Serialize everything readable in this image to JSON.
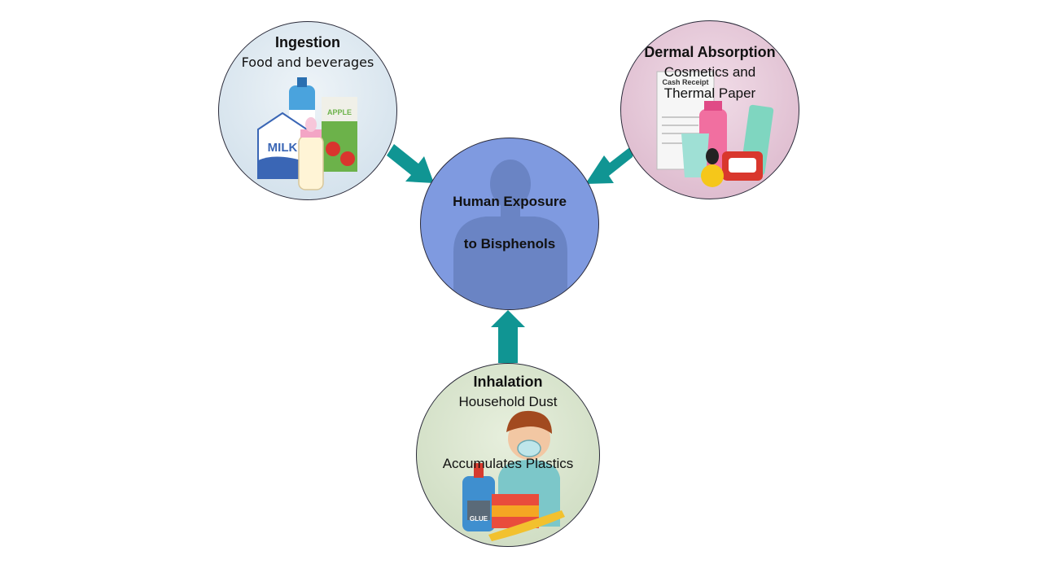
{
  "center": {
    "line1": "Human Exposure",
    "line2": "to Bisphenols"
  },
  "ingestion": {
    "title": "Ingestion",
    "subtitle": "Food and beverages",
    "milk_text": "MILK",
    "apple_text": "APPLE"
  },
  "dermal": {
    "title": "Dermal Absorption",
    "subtitle_line1": "Cosmetics and",
    "subtitle_line2": "Thermal Paper",
    "receipt_title": "Cash Receipt"
  },
  "inhalation": {
    "title": "Inhalation",
    "subtitle": "Household Dust",
    "subtitle2": "Accumulates Plastics",
    "glue_text": "GLUE"
  },
  "colors": {
    "arrow": "#109593",
    "center_fill": "#7f9ae0",
    "ingestion_bg": "#d9e6f0",
    "dermal_bg": "#e3c3d5",
    "inhalation_bg": "#d6e4cc"
  }
}
